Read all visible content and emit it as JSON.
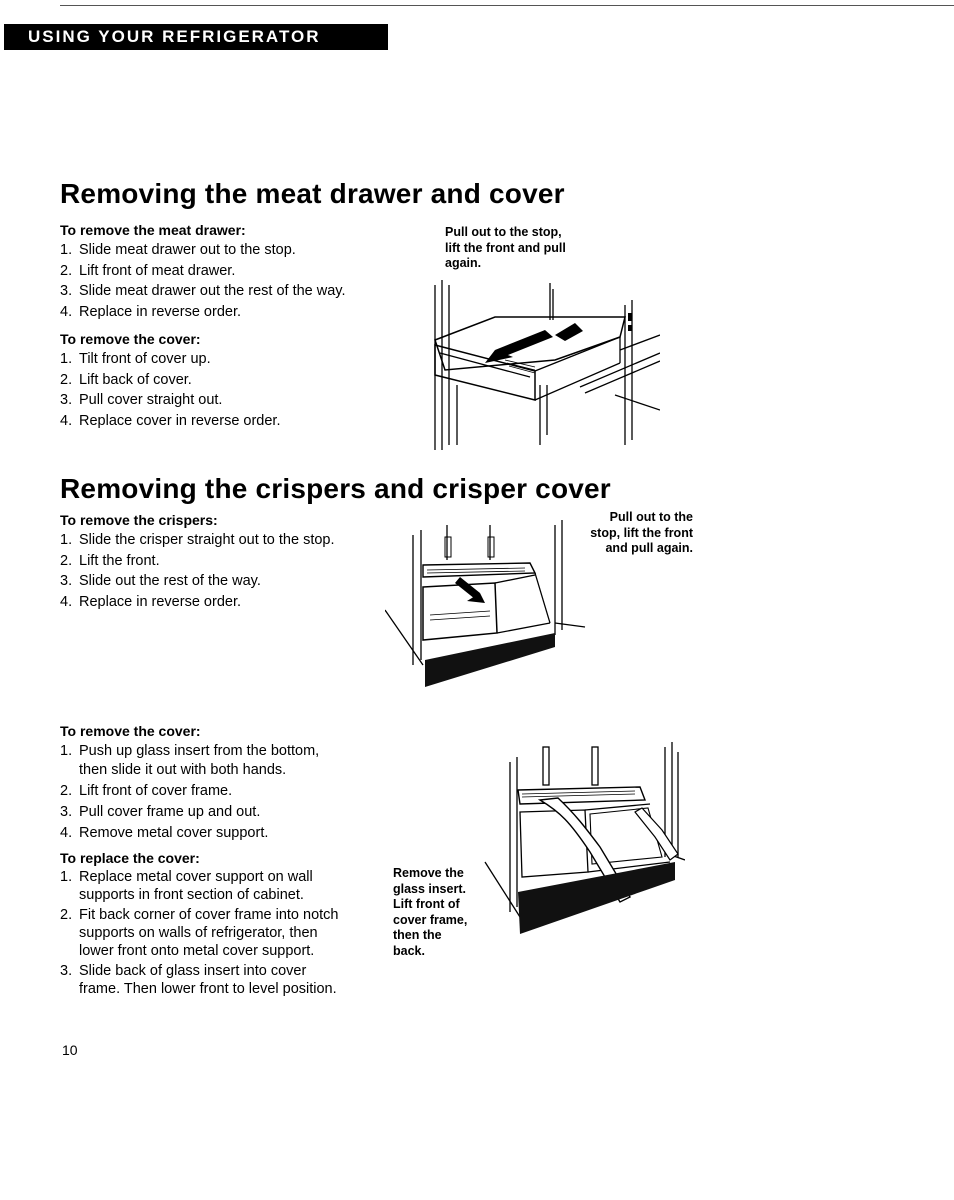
{
  "header": {
    "banner": "USING YOUR REFRIGERATOR"
  },
  "meat": {
    "title": "Removing the meat drawer and cover",
    "drawer_heading": "To remove the meat drawer:",
    "drawer_steps": [
      {
        "num": "1.",
        "text": "Slide meat drawer out to the stop."
      },
      {
        "num": "2.",
        "text": "Lift front of meat drawer."
      },
      {
        "num": "3.",
        "text": "Slide meat drawer out the rest of the way."
      },
      {
        "num": "4.",
        "text": "Replace in reverse order."
      }
    ],
    "cover_heading": "To remove the cover:",
    "cover_steps": [
      {
        "num": "1.",
        "text": "Tilt front of cover up."
      },
      {
        "num": "2.",
        "text": "Lift back of cover."
      },
      {
        "num": "3.",
        "text": "Pull cover straight out."
      },
      {
        "num": "4.",
        "text": "Replace cover in reverse order."
      }
    ],
    "caption_lines": [
      "Pull out to the stop,",
      "lift the front and pull",
      "again."
    ]
  },
  "crisper": {
    "title": "Removing the crispers and crisper cover",
    "crispers_heading": "To remove the crispers:",
    "crispers_steps": [
      {
        "num": "1.",
        "text": "Slide the crisper straight out to the stop."
      },
      {
        "num": "2.",
        "text": "Lift the front."
      },
      {
        "num": "3.",
        "text": "Slide out the rest of the way."
      },
      {
        "num": "4.",
        "text": "Replace in reverse order."
      }
    ],
    "caption_lines": [
      "Pull out to the",
      "stop, lift the front",
      "and pull again."
    ],
    "cover_heading": "To remove the cover:",
    "cover_steps": [
      {
        "num": "1.",
        "lines": [
          "Push up glass insert from the bottom,",
          "then slide it out with both hands."
        ]
      },
      {
        "num": "2.",
        "lines": [
          "Lift front of cover frame."
        ]
      },
      {
        "num": "3.",
        "lines": [
          "Pull cover frame up and out."
        ]
      },
      {
        "num": "4.",
        "lines": [
          "Remove metal cover support."
        ]
      }
    ],
    "replace_heading": "To replace the cover:",
    "replace_steps": [
      {
        "num": "1.",
        "lines": [
          "Replace metal cover support on wall",
          "supports in front section of cabinet."
        ]
      },
      {
        "num": "2.",
        "lines": [
          "Fit back corner of cover frame into notch",
          "supports on walls of refrigerator, then",
          "lower front onto metal cover support."
        ]
      },
      {
        "num": "3.",
        "lines": [
          "Slide back of glass insert into cover",
          "frame. Then lower front to level position."
        ]
      }
    ],
    "cover_caption_lines": [
      "Remove the",
      "glass insert.",
      "Lift front of",
      "cover frame,",
      "then the",
      "back."
    ]
  },
  "footer": {
    "page_number": "10"
  }
}
